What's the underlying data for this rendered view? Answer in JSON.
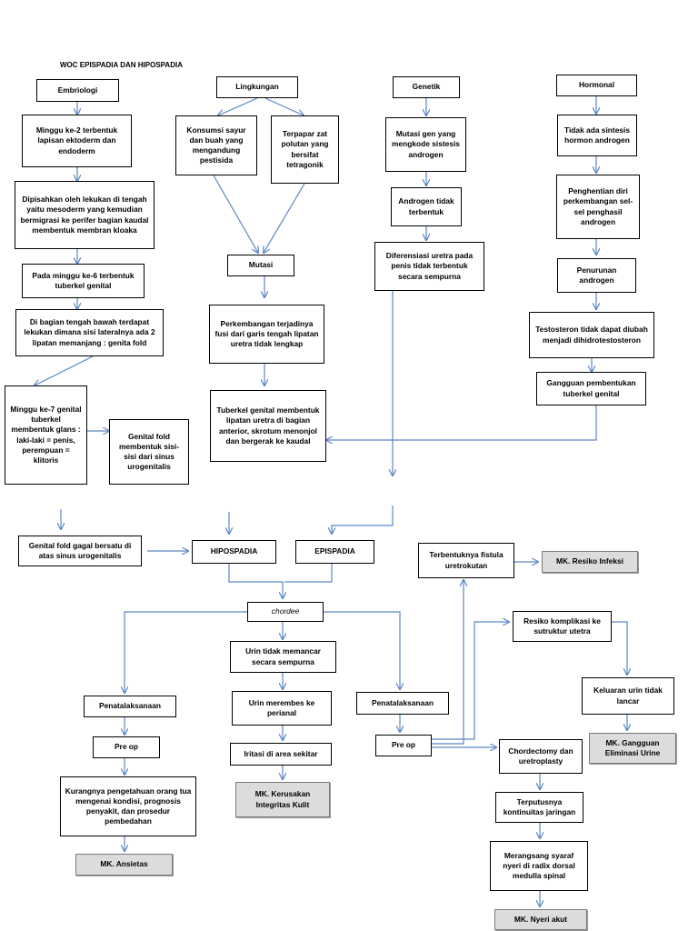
{
  "title": "WOC EPISPADIA DAN HIPOSPADIA",
  "colors": {
    "arrow": "#5b86c4",
    "border": "#000000",
    "mk_fill": "#dcdcdc"
  },
  "nodes": {
    "embriologi": "Embriologi",
    "lingkungan": "Lingkungan",
    "genetik": "Genetik",
    "hormonal": "Hormonal",
    "e1": "Minggu ke-2 terbentuk lapisan ektoderm dan endoderm",
    "e2": "Dipisahkan oleh lekukan di tengah yaitu mesoderm yang kemudian bermigrasi ke perifer bagian kaudal membentuk membran kloaka",
    "e3": "Pada minggu ke-6 terbentuk tuberkel genital",
    "e4": "Di bagian tengah bawah terdapat lekukan dimana sisi lateralnya ada 2 lipatan memanjang : genita fold",
    "e5": "Minggu ke-7 genital tuberkel membentuk glans : laki-laki = penis, perempuan = klitoris",
    "e6": "Genital fold membentuk sisi-sisi dari sinus urogenitalis",
    "l1": "Konsumsi sayur dan buah yang mengandung pestisida",
    "l2": "Terpapar zat polutan yang bersifat tetragonik",
    "mutasi": "Mutasi",
    "m1": "Perkembangan terjadinya fusi dari garis tengah lipatan uretra tidak lengkap",
    "m2": "Tuberkel genital membentuk lipatan uretra di bagian anterior, skrotum menonjol dan bergerak ke kaudal",
    "g1": "Mutasi gen yang mengkode sistesis androgen",
    "g2": "Androgen tidak terbentuk",
    "g3": "Diferensiasi uretra pada penis tidak terbentuk secara sempurna",
    "h1": "Tidak ada sintesis hormon androgen",
    "h2": "Penghentian diri perkembangan sel-sel penghasil androgen",
    "h3": "Penurunan androgen",
    "h4": "Testosteron tidak dapat diubah menjadi dihidrotestosteron",
    "h5": "Gangguan pembentukan tuberkel genital",
    "gf": "Genital fold gagal bersatu di atas sinus urogenitalis",
    "hipospadia": "HIPOSPADIA",
    "epispadia": "EPISPADIA",
    "chordee": "chordee",
    "c1": "Urin tidak memancar secara sempurna",
    "c2": "Urin merembes ke perianal",
    "c3": "Iritasi di area sekitar",
    "mk_kulit": "MK. Kerusakan Integritas Kulit",
    "pen_left": "Penatalaksanaan",
    "preop_left": "Pre op",
    "kurang": "Kurangnya pengetahuan orang tua mengenai kondisi, prognosis penyakit, dan prosedur pembedahan",
    "mk_ansietas": "MK. Ansietas",
    "pen_right": "Penatalaksanaan",
    "preop_right": "Pre op",
    "fistula": "Terbentuknya fistula uretrokutan",
    "mk_infeksi": "MK. Resiko Infeksi",
    "resiko": "Resiko komplikasi ke sutruktur utetra",
    "keluaran": "Keluaran urin tidak lancar",
    "mk_eliminasi": "MK. Gangguan Eliminasi Urine",
    "chordectomy": "Chordectomy dan uretroplasty",
    "terputus": "Terputusnya kontinuitas jaringan",
    "syaraf": "Merangsang syaraf nyeri di radix dorsal medulla spinal",
    "mk_nyeri": "MK. Nyeri akut"
  }
}
